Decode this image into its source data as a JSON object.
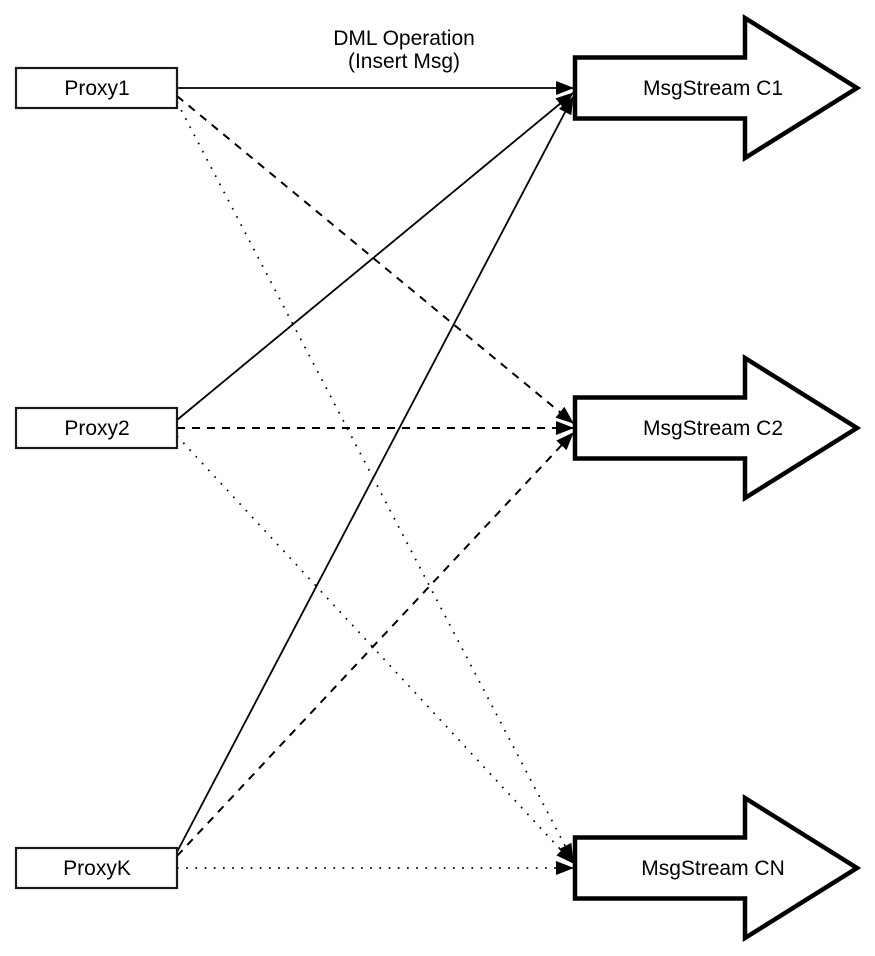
{
  "diagram": {
    "title_line1": "DML Operation",
    "title_line2": "(Insert Msg)",
    "proxies": [
      {
        "id": "proxy1",
        "label": "Proxy1"
      },
      {
        "id": "proxy2",
        "label": "Proxy2"
      },
      {
        "id": "proxyk",
        "label": "ProxyK"
      }
    ],
    "streams": [
      {
        "id": "msgstream-c1",
        "label": "MsgStream C1"
      },
      {
        "id": "msgstream-c2",
        "label": "MsgStream C2"
      },
      {
        "id": "msgstream-cn",
        "label": "MsgStream CN"
      }
    ],
    "edges": [
      {
        "from": "Proxy1",
        "to": "MsgStream C1",
        "style": "solid"
      },
      {
        "from": "Proxy1",
        "to": "MsgStream C2",
        "style": "dashed"
      },
      {
        "from": "Proxy1",
        "to": "MsgStream CN",
        "style": "dotted"
      },
      {
        "from": "Proxy2",
        "to": "MsgStream C1",
        "style": "solid"
      },
      {
        "from": "Proxy2",
        "to": "MsgStream C2",
        "style": "dashed"
      },
      {
        "from": "Proxy2",
        "to": "MsgStream CN",
        "style": "dotted"
      },
      {
        "from": "ProxyK",
        "to": "MsgStream C1",
        "style": "solid"
      },
      {
        "from": "ProxyK",
        "to": "MsgStream C2",
        "style": "dashed"
      },
      {
        "from": "ProxyK",
        "to": "MsgStream CN",
        "style": "dotted"
      }
    ],
    "colors": {
      "line": "#000000",
      "shape_fill": "#ffffff",
      "text": "#000000",
      "background": "#ffffff"
    }
  }
}
